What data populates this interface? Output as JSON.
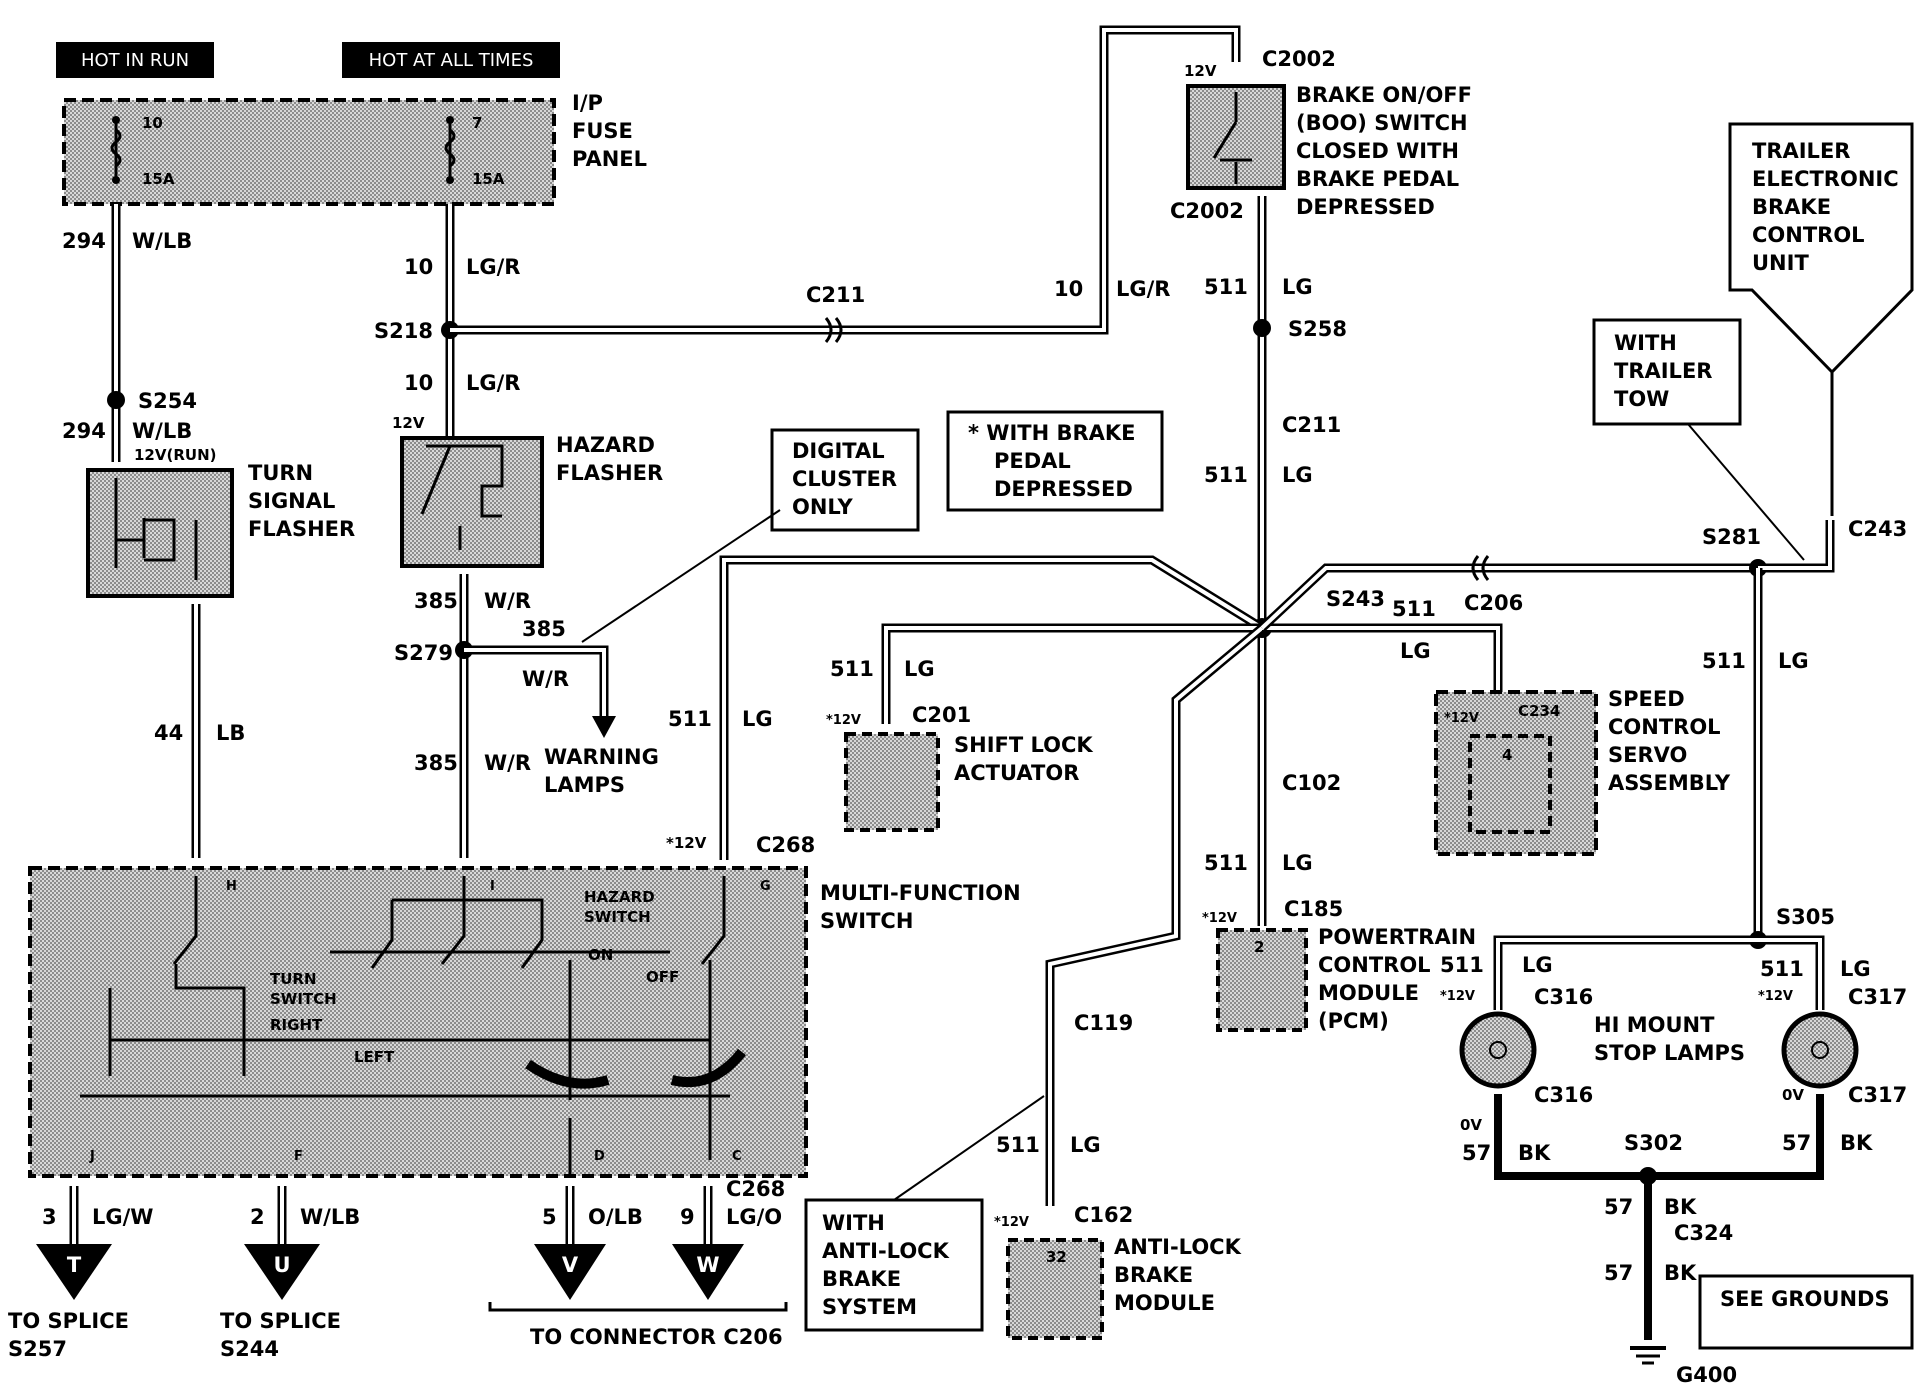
{
  "headers": {
    "hot_in_run": "HOT IN RUN",
    "hot_at_all_times": "HOT AT ALL TIMES"
  },
  "fuse_panel": {
    "label": [
      "I/P",
      "FUSE",
      "PANEL"
    ],
    "fuse1_num": "10",
    "fuse1_amp": "15A",
    "fuse2_num": "7",
    "fuse2_amp": "15A"
  },
  "wires": {
    "w294a": "294",
    "w294a_color": "W/LB",
    "w294b": "294",
    "w294b_color": "W/LB",
    "w10a": "10",
    "w10a_color": "LG/R",
    "w10b": "10",
    "w10b_color": "LG/R",
    "w10c": "10",
    "w10c_color": "LG/R",
    "w44": "44",
    "w44_color": "LB",
    "w385a": "385",
    "w385a_color": "W/R",
    "w385b": "385",
    "w385b_color": "W/R",
    "w385c": "385",
    "w385c_color": "W/R",
    "w511a": "511",
    "w511a_color": "LG",
    "w511b": "511",
    "w511b_color": "LG",
    "w511c": "511",
    "w511c_color": "LG",
    "w511d": "511",
    "w511d_color": "LG",
    "w511e": "511",
    "w511e_color": "LG",
    "w511f": "511",
    "w511f_color": "LG",
    "w511g": "511",
    "w511g_color": "LG",
    "w511h": "511",
    "w511h_color": "LG",
    "w511i": "511",
    "w511i_color": "LG",
    "w511j": "511",
    "w511j_color": "LG",
    "w511k": "LG",
    "w511l": "LG",
    "w57a": "57",
    "w57a_color": "BK",
    "w57b": "57",
    "w57b_color": "BK",
    "w57c": "57",
    "w57c_color": "BK",
    "w57d": "57",
    "w57d_color": "BK",
    "w3": "3",
    "w3_color": "LG/W",
    "w2": "2",
    "w2_color": "W/LB",
    "w5": "5",
    "w5_color": "O/LB",
    "w9": "9",
    "w9_color": "LG/O"
  },
  "splices": {
    "s254": "S254",
    "s218": "S218",
    "s279": "S279",
    "s258": "S258",
    "s243": "S243",
    "s281": "S281",
    "s305": "S305",
    "s302": "S302"
  },
  "connectors": {
    "c211a": "C211",
    "c211b": "C211",
    "c2002a": "C2002",
    "c2002b": "C2002",
    "c243": "C243",
    "c206": "C206",
    "c201": "C201",
    "c234": "C234",
    "c268a": "C268",
    "c268b": "C268",
    "c102": "C102",
    "c185": "C185",
    "c119": "C119",
    "c162": "C162",
    "c316a": "C316",
    "c316b": "C316",
    "c317a": "C317",
    "c317b": "C317",
    "c324": "C324",
    "g400": "G400",
    "c206_bottom": "TO CONNECTOR C206"
  },
  "components": {
    "turn_signal": [
      "TURN",
      "SIGNAL",
      "FLASHER"
    ],
    "hazard": [
      "HAZARD",
      "FLASHER"
    ],
    "boo": [
      "BRAKE ON/OFF",
      "(BOO) SWITCH",
      "CLOSED WITH",
      "BRAKE PEDAL",
      "DEPRESSED"
    ],
    "trailer_unit": [
      "TRAILER",
      "ELECTRONIC",
      "BRAKE",
      "CONTROL",
      "UNIT"
    ],
    "with_trailer": [
      "WITH",
      "TRAILER",
      "TOW"
    ],
    "digital": [
      "DIGITAL",
      "CLUSTER",
      "ONLY"
    ],
    "note": [
      "* WITH BRAKE",
      "PEDAL",
      "DEPRESSED"
    ],
    "warning": [
      "WARNING",
      "LAMPS"
    ],
    "shift_lock": [
      "SHIFT LOCK",
      "ACTUATOR"
    ],
    "speed_control": [
      "SPEED",
      "CONTROL",
      "SERVO",
      "ASSEMBLY"
    ],
    "multi_function": [
      "MULTI-FUNCTION",
      "SWITCH"
    ],
    "pcm": [
      "POWERTRAIN",
      "CONTROL",
      "MODULE",
      "(PCM)"
    ],
    "pcm_wire": "511",
    "hi_mount": [
      "HI MOUNT",
      "STOP LAMPS"
    ],
    "anti_lock_box": [
      "WITH",
      "ANTI-LOCK",
      "BRAKE",
      "SYSTEM"
    ],
    "anti_lock_module": [
      "ANTI-LOCK",
      "BRAKE",
      "MODULE"
    ],
    "see_grounds": "SEE GROUNDS",
    "to_splice_257": [
      "TO SPLICE",
      "S257"
    ],
    "to_splice_244": [
      "TO SPLICE",
      "S244"
    ]
  },
  "switch_labels": {
    "hazard_switch": [
      "HAZARD",
      "SWITCH"
    ],
    "on": "ON",
    "off": "OFF",
    "turn_switch": [
      "TURN",
      "SWITCH"
    ],
    "right": "RIGHT",
    "left": "LEFT",
    "pins": {
      "H": "H",
      "I": "I",
      "G": "G",
      "J": "J",
      "F": "F",
      "D": "D",
      "C": "C"
    }
  },
  "pins": {
    "speed_pin": "4",
    "pcm_pin": "2",
    "abs_pin": "32"
  },
  "voltages": {
    "v12": "12V",
    "v12run": "12V(RUN)",
    "v12s": "*12V",
    "v0": "0V"
  },
  "arrow_letters": {
    "T": "T",
    "U": "U",
    "V": "V",
    "W": "W"
  }
}
